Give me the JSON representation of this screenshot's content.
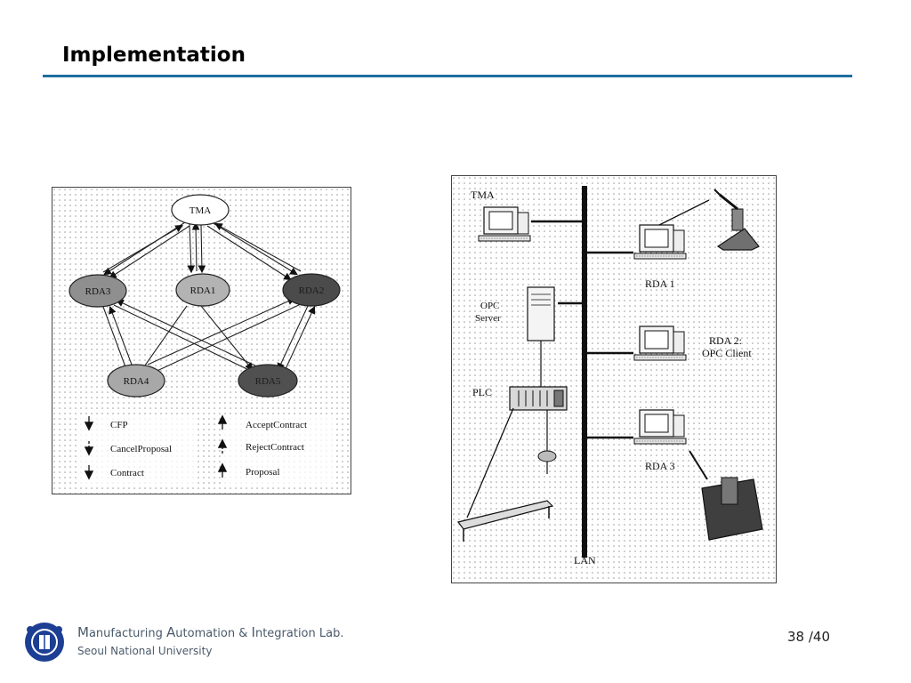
{
  "slide": {
    "title": "Implementation"
  },
  "left_figure": {
    "nodes": {
      "tma": "TMA",
      "rda1": "RDA1",
      "rda2": "RDA2",
      "rda3": "RDA3",
      "rda4": "RDA4",
      "rda5": "RDA5"
    },
    "legend_left": [
      "CFP",
      "CancelProposal",
      "Contract"
    ],
    "legend_right": [
      "AcceptContract",
      "RejectContract",
      "Proposal"
    ]
  },
  "right_figure": {
    "labels": {
      "tma": "TMA",
      "opc_server_1": "OPC",
      "opc_server_2": "Server",
      "plc": "PLC",
      "rda1": "RDA 1",
      "rda2_1": "RDA 2:",
      "rda2_2": "OPC Client",
      "rda3": "RDA 3",
      "lan": "LAN"
    }
  },
  "footer": {
    "lab_parts": [
      {
        "big": "M",
        "rest": "anufacturing "
      },
      {
        "big": "A",
        "rest": "utomation & "
      },
      {
        "big": "I",
        "rest": "ntegration Lab."
      }
    ],
    "university": "Seoul National University",
    "page": "38 /40"
  },
  "colors": {
    "title_rule": "#1f6e9e",
    "footer_text": "#4a5a6a",
    "logo": "#1c3f94"
  }
}
